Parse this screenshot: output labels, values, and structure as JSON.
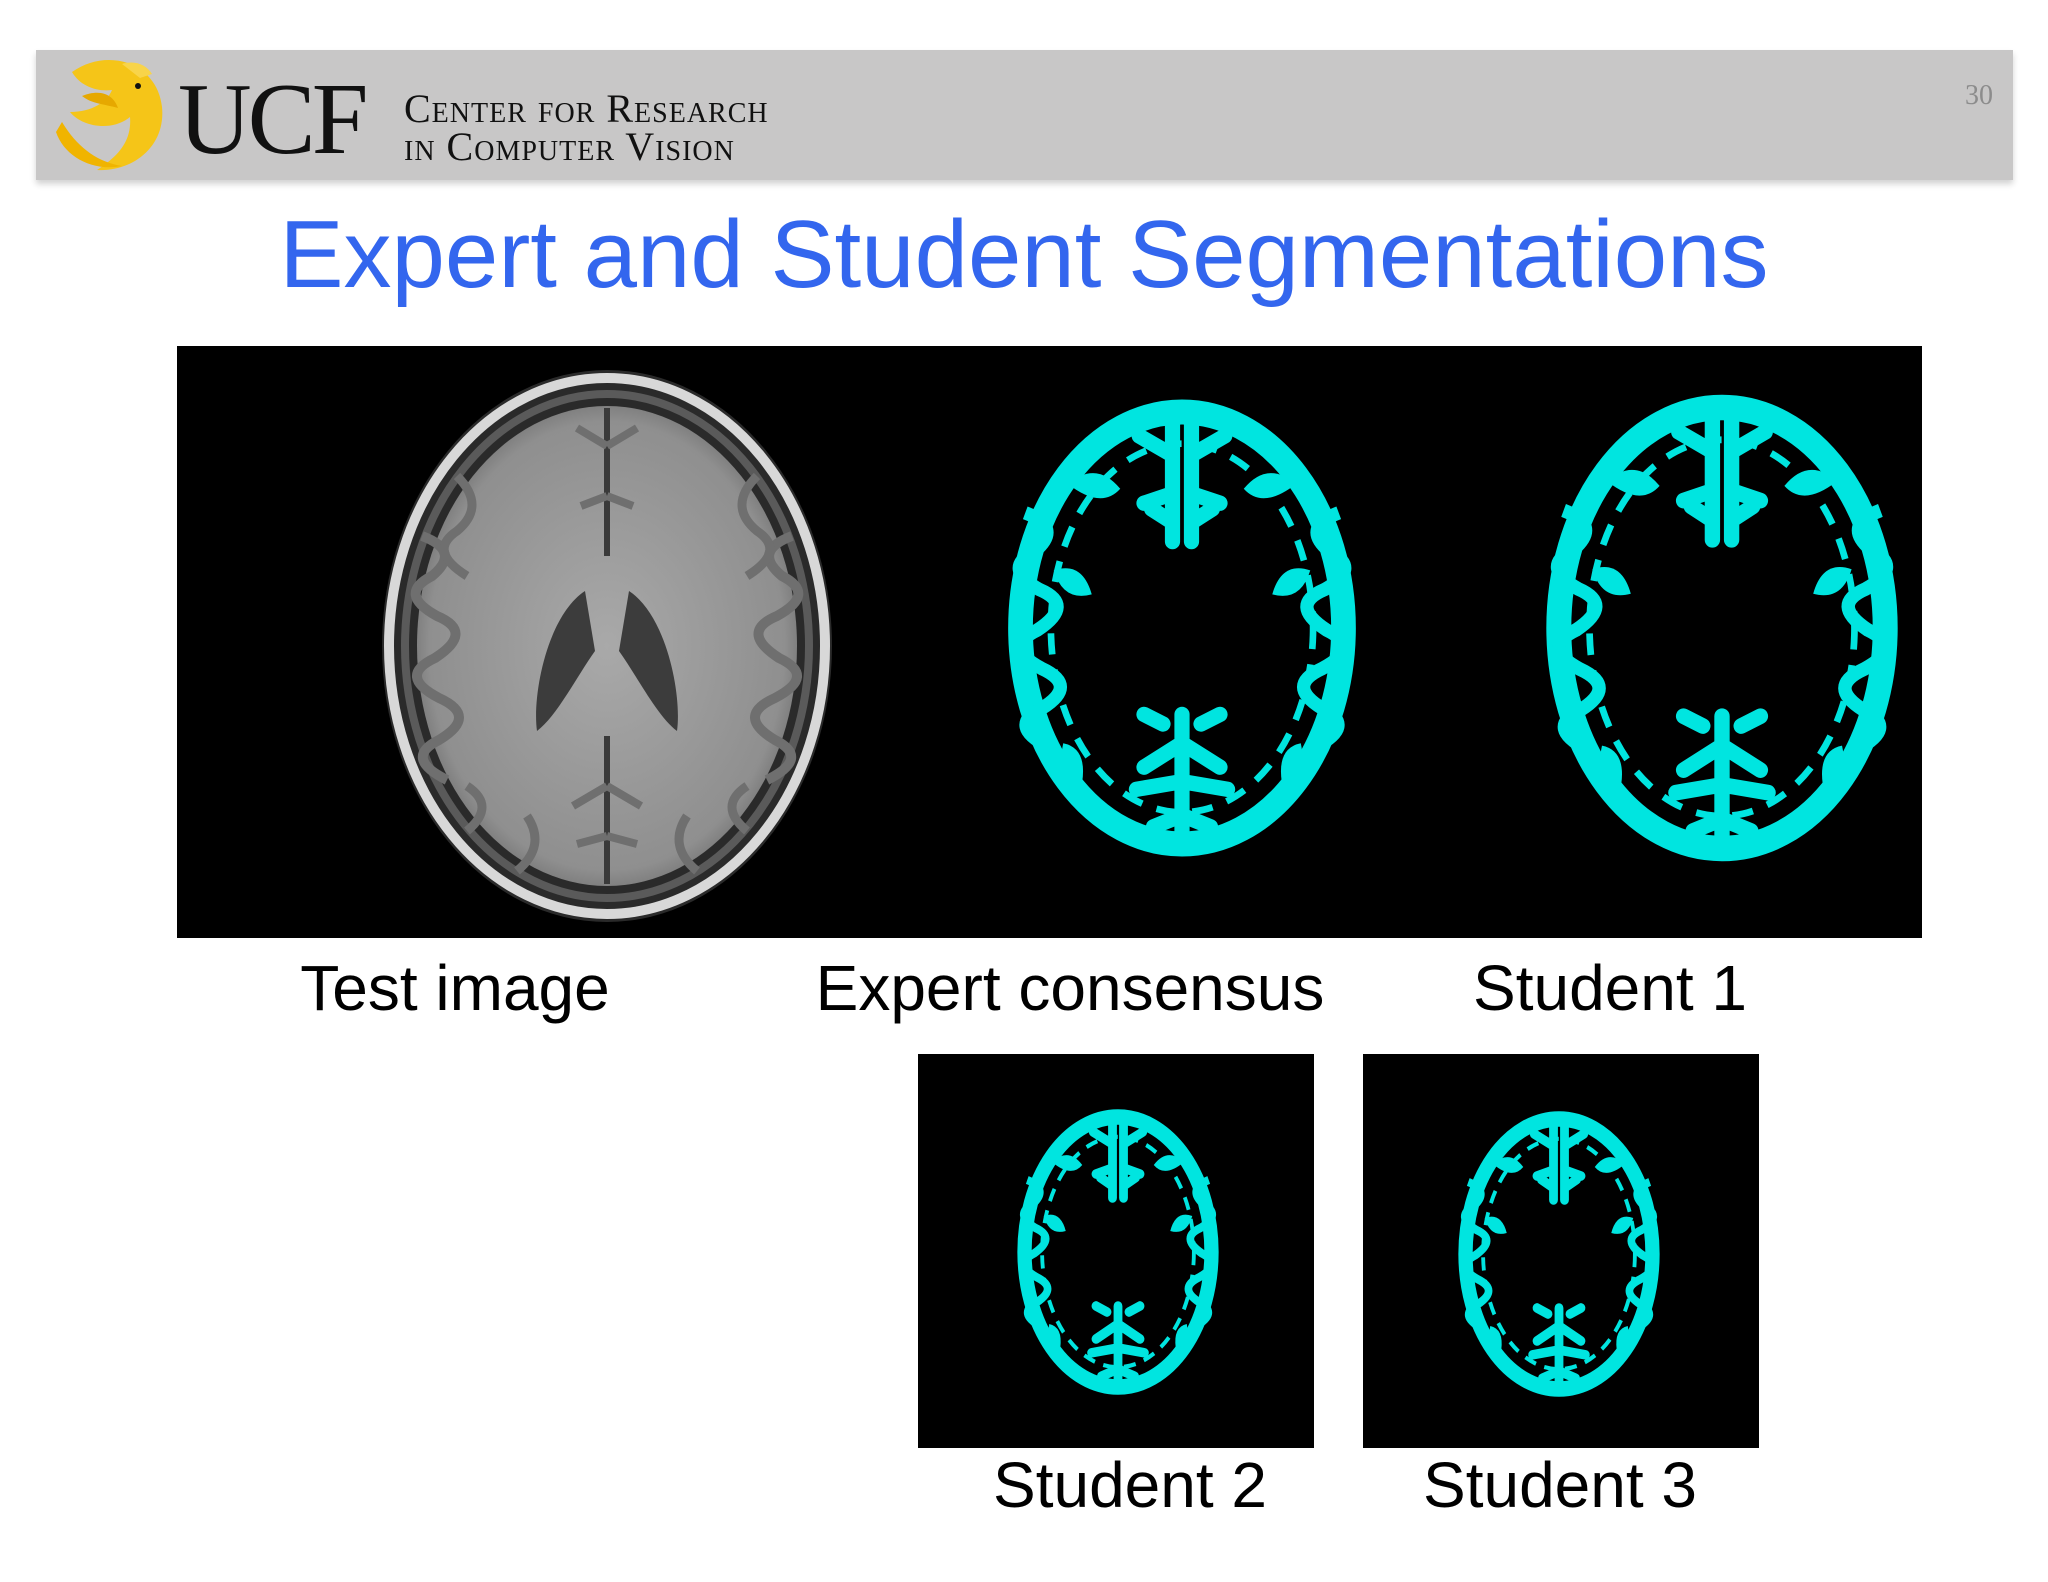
{
  "header": {
    "logo_text": "UCF",
    "org_line1": "Center for Research",
    "org_line2": "in Computer Vision",
    "slide_number": "30"
  },
  "title": "Expert and Student Segmentations",
  "captions": {
    "test_image": "Test image",
    "expert": "Expert consensus",
    "student1": "Student 1",
    "student2": "Student 2",
    "student3": "Student 3"
  },
  "colors": {
    "title": "#3366ee",
    "segmentation": "#00e5e0",
    "header_bar": "#c8c7c7",
    "logo_gold": "#f5c518"
  },
  "icons": {
    "logo": "pegasus-logo-icon"
  }
}
